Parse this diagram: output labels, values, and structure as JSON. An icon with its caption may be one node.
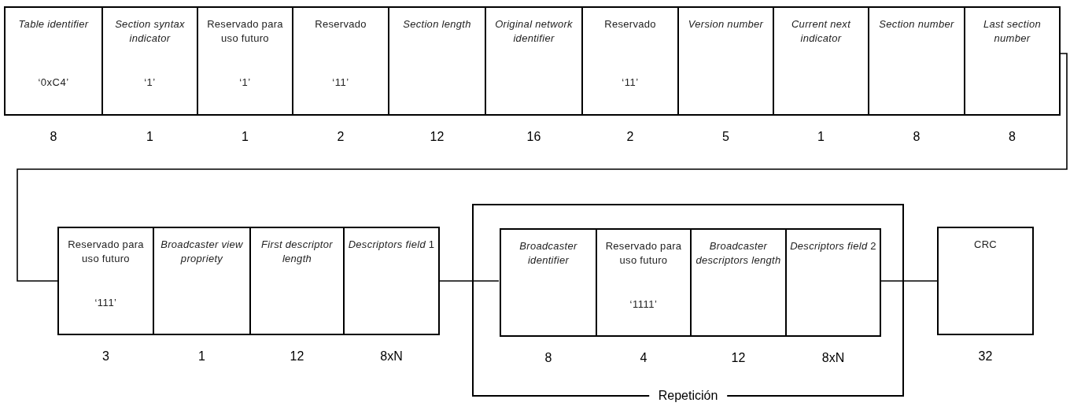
{
  "diagram": {
    "nodes": [
      {
        "text": [
          "Table identifier",
          "‘0xC4’"
        ],
        "beside": [
          "8"
        ]
      },
      {
        "text": [
          "Section syntax indicator",
          "‘1’"
        ],
        "beside": [
          "1"
        ]
      },
      {
        "text": [
          "Reservado para uso futuro",
          "‘1’"
        ],
        "beside": [
          "1"
        ]
      },
      {
        "text": [
          "Reservado",
          "‘11’"
        ],
        "beside": [
          "2"
        ]
      },
      {
        "text": [
          "Section length"
        ],
        "beside": [
          "12"
        ]
      },
      {
        "text": [
          "Original network identifier"
        ],
        "beside": [
          "16"
        ]
      },
      {
        "text": [
          "Reservado",
          "‘11’"
        ],
        "beside": [
          "2"
        ]
      },
      {
        "text": [
          "Version number"
        ],
        "beside": [
          "5"
        ]
      },
      {
        "text": [
          "Current next indicator"
        ],
        "beside": [
          "1"
        ]
      },
      {
        "text": [
          "Section number"
        ],
        "beside": [
          "8"
        ]
      },
      {
        "text": [
          "Last section number"
        ],
        "beside": [
          "8"
        ]
      },
      {
        "text": [
          "Reservado para uso futuro",
          "‘111’"
        ],
        "beside": [
          "3"
        ]
      },
      {
        "text": [
          "Broadcaster view propriety"
        ],
        "beside": [
          "1"
        ]
      },
      {
        "text": [
          "First descriptor length"
        ],
        "beside": [
          "12"
        ]
      },
      {
        "text": [
          "*Descriptors field* 1"
        ],
        "beside": [
          "8xN"
        ]
      },
      {
        "text": [
          "Repetición"
        ]
      },
      {
        "text": [
          "Broadcaster identifier"
        ],
        "beside": [
          "8"
        ],
        "in": 15
      },
      {
        "text": [
          "Reservado para uso futuro",
          "‘1111’"
        ],
        "beside": [
          "4"
        ],
        "in": 15
      },
      {
        "text": [
          "Broadcaster descriptors length"
        ],
        "beside": [
          "12"
        ],
        "in": 15
      },
      {
        "text": [
          "*Descriptors field* 2"
        ],
        "beside": [
          "8xN"
        ],
        "in": 15
      },
      {
        "text": [
          "CRC"
        ],
        "beside": [
          "32"
        ]
      }
    ],
    "edges": [
      {
        "from": 10,
        "to": 11,
        "arrow": "none"
      },
      {
        "from": 14,
        "to": 16,
        "arrow": "none"
      },
      {
        "from": 19,
        "to": 20,
        "arrow": "none"
      }
    ]
  }
}
